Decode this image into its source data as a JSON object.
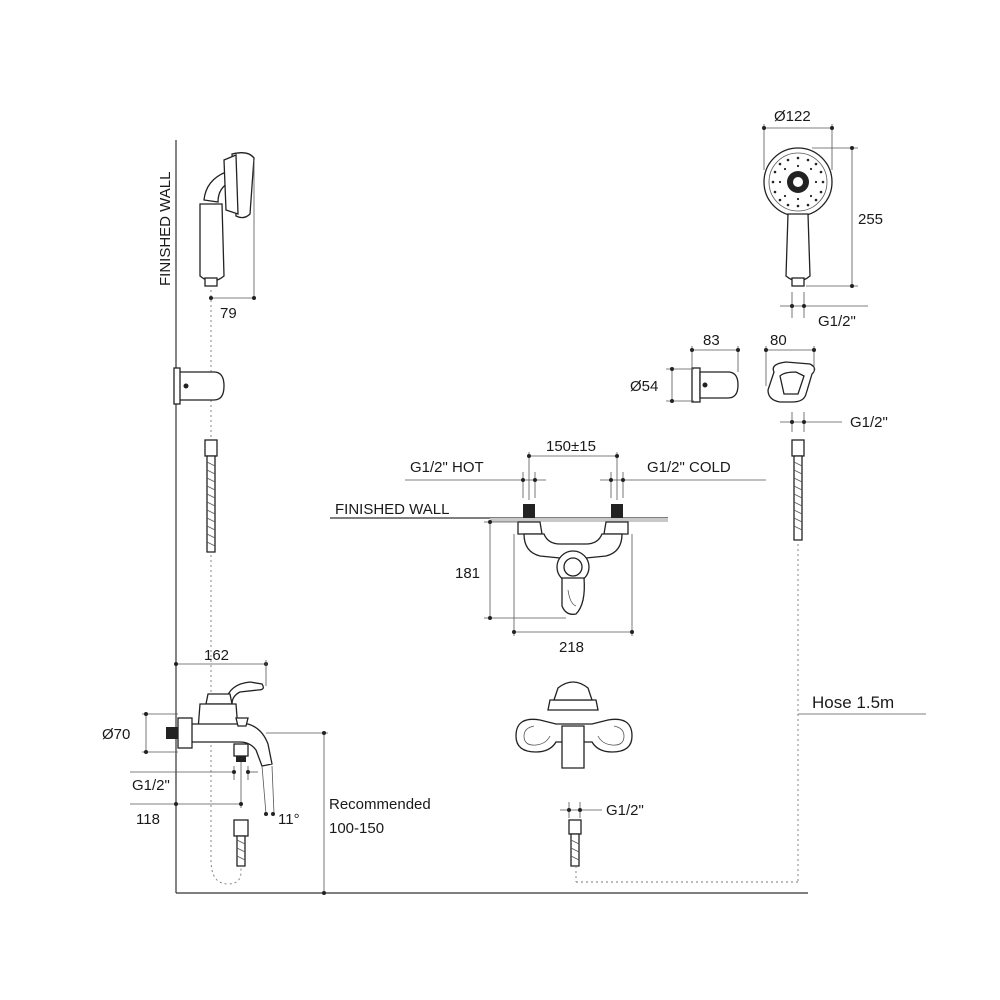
{
  "labels": {
    "finished_wall_vertical": "FINISHED WALL",
    "finished_wall_horizontal": "FINISHED WALL",
    "dim_79": "79",
    "dim_122": "Ø122",
    "dim_255": "255",
    "g12_hand": "G1/2\"",
    "dim_83": "83",
    "dim_80": "80",
    "dim_54": "Ø54",
    "g12_holder": "G1/2\"",
    "dim_150": "150±15",
    "hot": "G1/2\" HOT",
    "cold": "G1/2\" COLD",
    "dim_181": "181",
    "dim_218": "218",
    "dim_162": "162",
    "dim_70": "Ø70",
    "g12_spout": "G1/2\"",
    "dim_118": "118",
    "angle_11": "11°",
    "recommended_1": "Recommended",
    "recommended_2": "100-150",
    "hose": "Hose 1.5m",
    "g12_bottom": "G1/2\""
  }
}
